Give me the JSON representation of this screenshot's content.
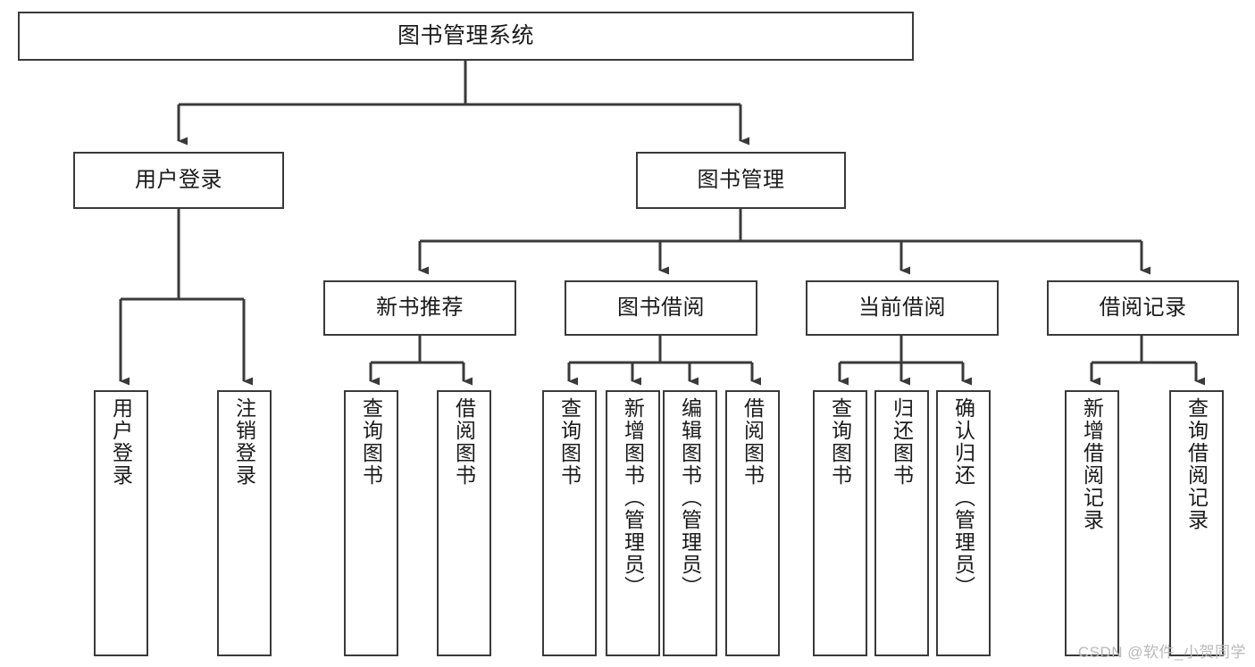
{
  "diagram": {
    "title": "图书管理系统",
    "type": "tree",
    "orientation": "top-down",
    "colors": {
      "node_border": "#3a3a3a",
      "node_fill": "#ffffff",
      "edge": "#3a3a3a",
      "text": "#1b1b1b",
      "watermark": "#b9b9b9",
      "background": "#ffffff"
    },
    "watermark": "CSDN @软件_小贺同学"
  },
  "nodes": {
    "root": {
      "label": "图书管理系统"
    },
    "level2": [
      {
        "id": "user_login",
        "label": "用户登录"
      },
      {
        "id": "book_manage",
        "label": "图书管理"
      }
    ],
    "level3": [
      {
        "id": "new_book_rec",
        "label": "新书推荐"
      },
      {
        "id": "book_borrow",
        "label": "图书借阅"
      },
      {
        "id": "current_borrow",
        "label": "当前借阅"
      },
      {
        "id": "borrow_record",
        "label": "借阅记录"
      }
    ],
    "leaves": {
      "user_login": [
        {
          "id": "leaf_user_login",
          "label": "用户登录"
        },
        {
          "id": "leaf_user_logout",
          "label": "注销登录"
        }
      ],
      "new_book_rec": [
        {
          "id": "leaf_query_book_1",
          "label": "查询图书"
        },
        {
          "id": "leaf_borrow_book_1",
          "label": "借阅图书"
        }
      ],
      "book_borrow": [
        {
          "id": "leaf_query_book_2",
          "label": "查询图书"
        },
        {
          "id": "leaf_add_book",
          "label": "新增图书（管理员）"
        },
        {
          "id": "leaf_edit_book",
          "label": "编辑图书（管理员）"
        },
        {
          "id": "leaf_borrow_book_2",
          "label": "借阅图书"
        }
      ],
      "current_borrow": [
        {
          "id": "leaf_query_book_3",
          "label": "查询图书"
        },
        {
          "id": "leaf_return_book",
          "label": "归还图书"
        },
        {
          "id": "leaf_confirm_return",
          "label": "确认归还（管理员）"
        }
      ],
      "borrow_record": [
        {
          "id": "leaf_add_record",
          "label": "新增借阅记录"
        },
        {
          "id": "leaf_query_record",
          "label": "查询借阅记录"
        }
      ]
    }
  }
}
